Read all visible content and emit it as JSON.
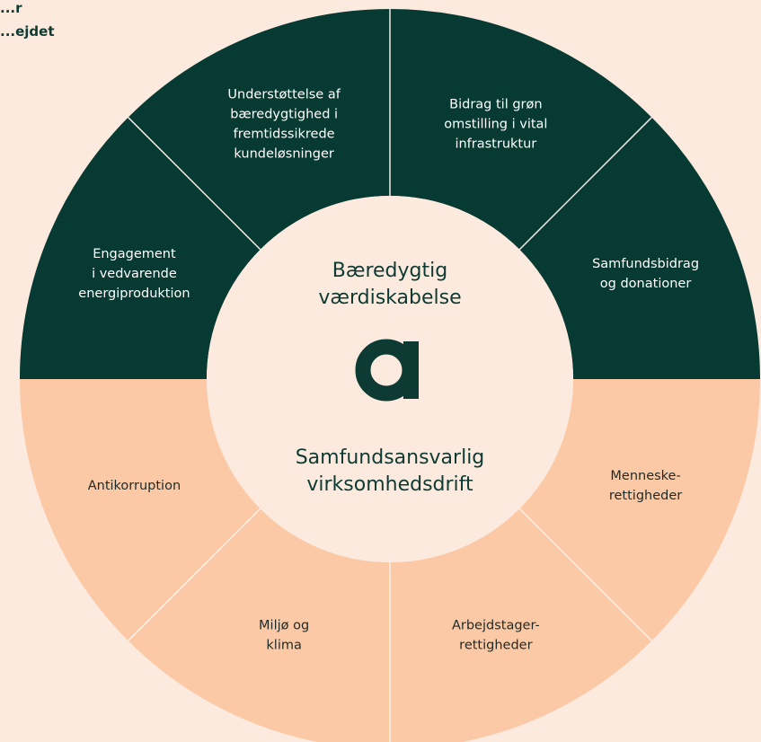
{
  "corner_label": {
    "line1": "...r",
    "line2": "...ejdet"
  },
  "center": {
    "title_top": [
      "Bæredygtig",
      "værdiskabelse"
    ],
    "logo_letter": "a",
    "title_bottom": [
      "Samfundsansvarlig",
      "virksomhedsdrift"
    ]
  },
  "colors": {
    "background": "#fdeadf",
    "dark_segment": "#073a32",
    "light_segment": "#fcc9a6",
    "center_fill": "#fdeadf",
    "text_dark": "#0d3b33"
  },
  "segments": {
    "top": [
      {
        "lines": [
          "Engagement",
          "i vedvarende",
          "energiproduktion"
        ]
      },
      {
        "lines": [
          "Understøttelse af",
          "bæredygtighed i",
          "fremtidssikrede",
          "kundeløsninger"
        ]
      },
      {
        "lines": [
          "Bidrag til grøn",
          "omstilling i vital",
          "infrastruktur"
        ]
      },
      {
        "lines": [
          "Samfundsbidrag",
          "og donationer"
        ]
      }
    ],
    "bottom": [
      {
        "lines": [
          "Menneske-",
          "rettigheder"
        ]
      },
      {
        "lines": [
          "Arbejdstager-",
          "rettigheder"
        ]
      },
      {
        "lines": [
          "Miljø og",
          "klima"
        ]
      },
      {
        "lines": [
          "Antikorruption"
        ]
      }
    ]
  }
}
